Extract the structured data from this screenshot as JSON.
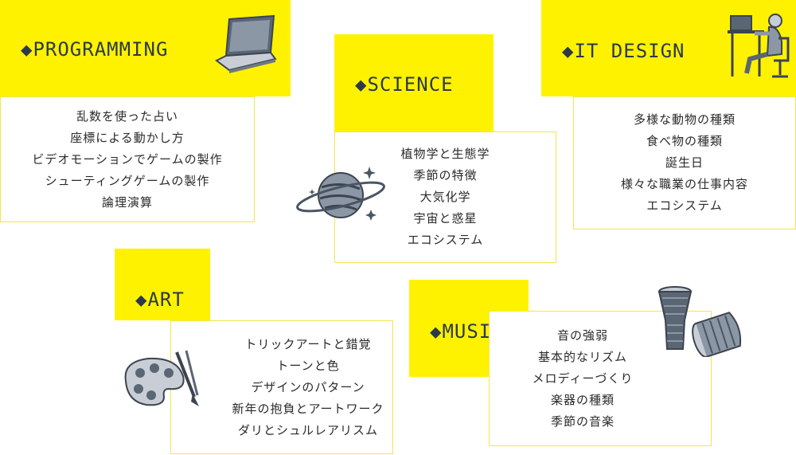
{
  "colors": {
    "accent": "#fff200",
    "border": "#f2e64a",
    "ink": "#2b3a4a"
  },
  "sections": {
    "programming": {
      "heading": "◆PROGRAMMING",
      "icon": "laptop-icon",
      "topics": [
        "乱数を使った占い",
        "座標による動かし方",
        "ビデオモーションでゲームの製作",
        "シューティングゲームの製作",
        "論理演算"
      ]
    },
    "science": {
      "heading": "◆SCIENCE",
      "icon": "planet-icon",
      "topics": [
        "植物学と生態学",
        "季節の特徴",
        "大気化学",
        "宇宙と惑星",
        "エコシステム"
      ]
    },
    "it_design": {
      "heading": "◆IT DESIGN",
      "icon": "person-at-desk-icon",
      "topics": [
        "多様な動物の種類",
        "食べ物の種類",
        "誕生日",
        "様々な職業の仕事内容",
        "エコシステム"
      ]
    },
    "art": {
      "heading": "◆ART",
      "icon": "palette-icon",
      "topics": [
        "トリックアートと錯覚",
        "トーンと色",
        "デザインのパターン",
        "新年の抱負とアートワーク",
        "ダリとシュルレアリスム"
      ]
    },
    "music": {
      "heading": "◆MUSIC",
      "icon": "drums-icon",
      "topics": [
        "音の強弱",
        "基本的なリズム",
        "メロディーづくり",
        "楽器の種類",
        "季節の音楽"
      ]
    }
  }
}
